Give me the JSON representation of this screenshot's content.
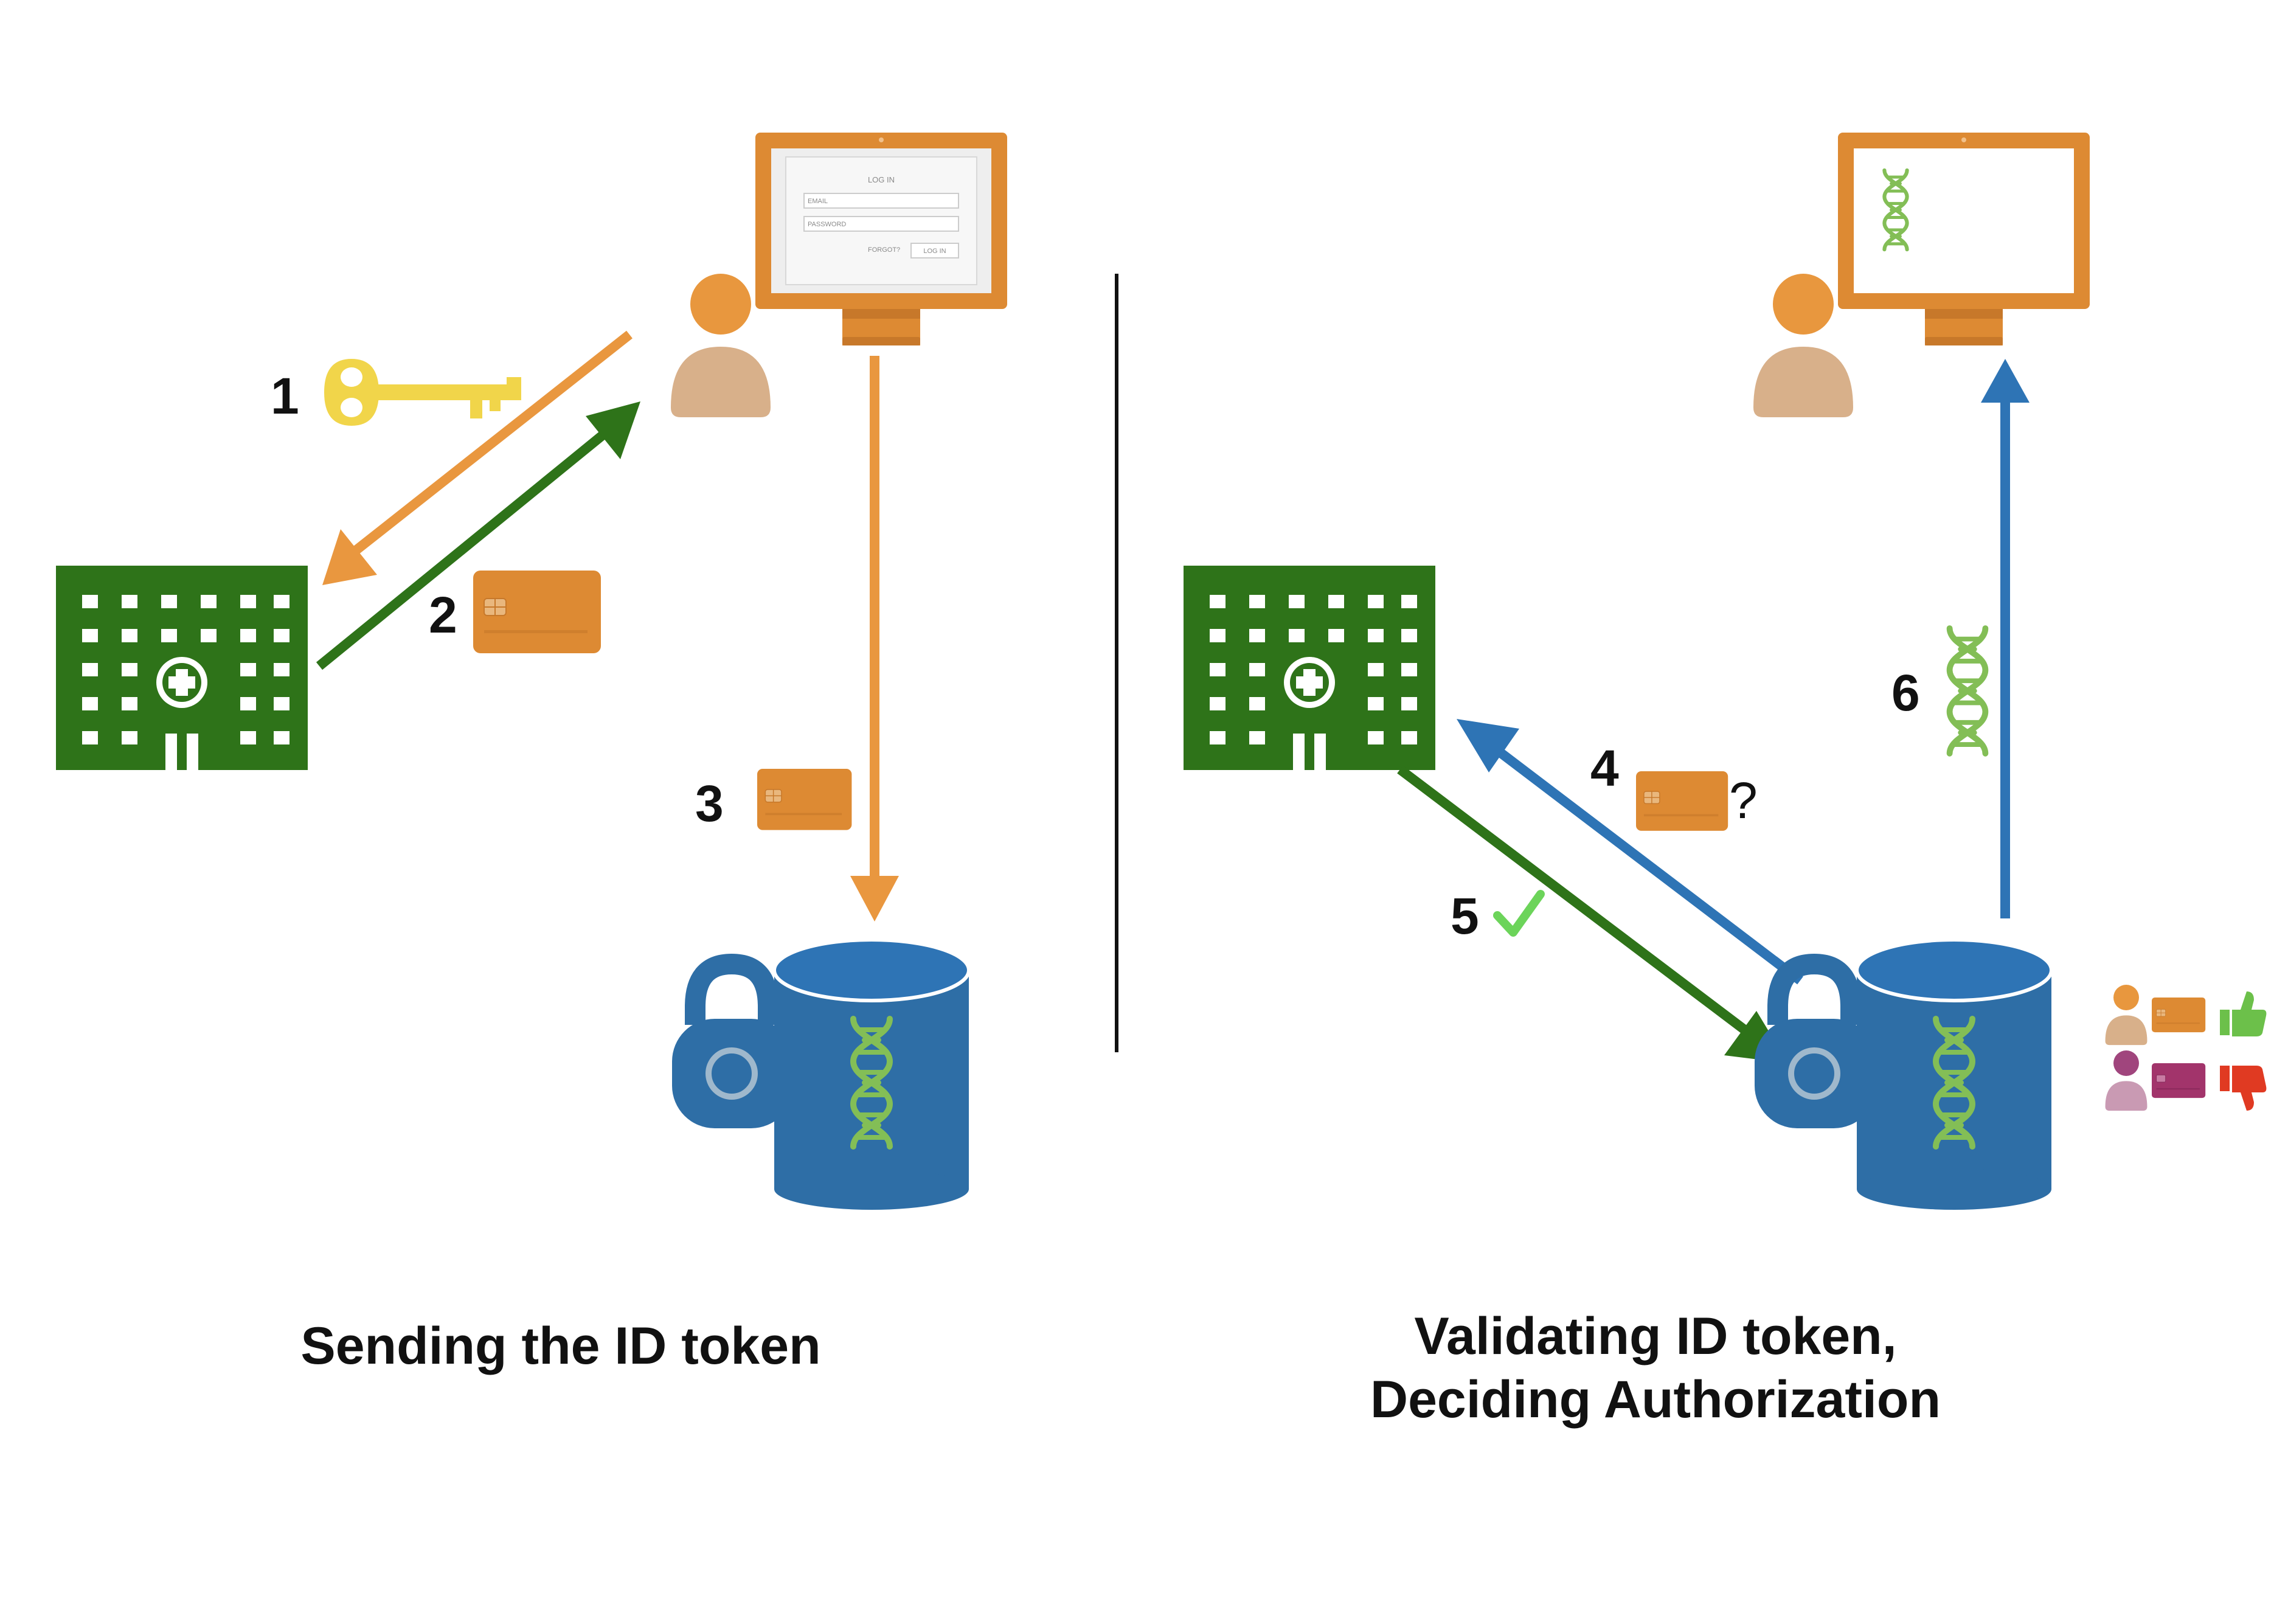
{
  "colors": {
    "hospital": "#2e7319",
    "orange": "#dd8a33",
    "orange_arrow": "#e9973f",
    "green_arrow": "#2e7319",
    "blue_arrow": "#2e74b5",
    "db_blue": "#2e6ea6",
    "dna": "#83be56",
    "key": "#f1d54a",
    "person_head": "#e8973e",
    "person_body": "#d8b08a",
    "person2_head": "#a0457d",
    "person2_body": "#c99ab3",
    "card2": "#a2346b",
    "thumb_up": "#6cc04a",
    "thumb_down": "#e03a22",
    "check": "#6cd45a",
    "divider": "#111111"
  },
  "icons": [
    "hospital-icon",
    "key-icon",
    "person-icon",
    "monitor-icon",
    "card-icon",
    "database-icon",
    "lock-icon",
    "dna-icon",
    "thumbs-up-icon",
    "thumbs-down-icon",
    "check-icon"
  ],
  "left_panel": {
    "caption": "Sending the ID token",
    "step1": "1",
    "step2": "2",
    "step3": "3",
    "login_form": {
      "title": "LOG IN",
      "email": "EMAIL",
      "password": "PASSWORD",
      "forgot": "FORGOT?",
      "login_button": "LOG IN"
    }
  },
  "right_panel": {
    "caption_line1": "Validating ID token,",
    "caption_line2": "Deciding Authorization",
    "step4": "4",
    "step4_suffix": "?",
    "step5": "5",
    "step6": "6"
  }
}
